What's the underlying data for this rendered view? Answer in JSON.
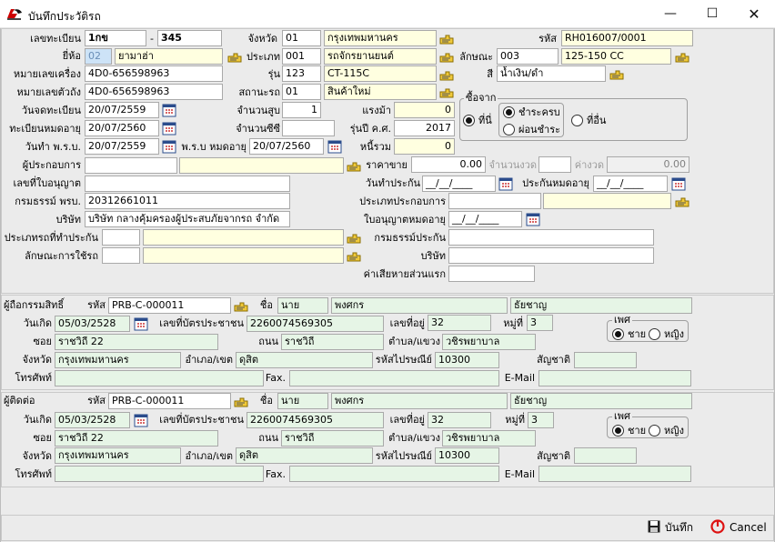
{
  "window": {
    "title": "บันทึกประวัติรถ",
    "controls": {
      "minimize": "—",
      "maximize": "☐",
      "close": "✕"
    }
  },
  "vehicle": {
    "plate_label": "เลขทะเบียน",
    "plate_prefix": "1กข",
    "plate_dash": "-",
    "plate_number": "345",
    "province_label": "จังหวัด",
    "province_code": "01",
    "province_name": "กรุงเทพมหานคร",
    "code_label": "รหัส",
    "code_value": "RH016007/0001",
    "brand_label": "ยี่ห้อ",
    "brand_code": "02",
    "brand_name": "ยามาฮ่า",
    "type_label": "ประเภท",
    "type_code": "001",
    "type_name": "รถจักรยานยนต์",
    "character_label": "ลักษณะ",
    "character_code": "003",
    "character_name": "125-150 CC",
    "engine_label": "หมายเลขเครื่อง",
    "engine_value": "4D0-656598963",
    "model_label": "รุ่น",
    "model_code": "123",
    "model_name": "CT-115C",
    "color_label": "สี",
    "color_name": "น้ำเงิน/ดำ",
    "chassis_label": "หมายเลขตัวถัง",
    "chassis_value": "4D0-656598963",
    "status_label": "สถานะรถ",
    "status_code": "01",
    "status_name": "สินค้าใหม่",
    "regdate_label": "วันจดทะเบียน",
    "regdate_value": "20/07/2559",
    "cylinders_label": "จำนวนสูบ",
    "cylinders_value": "1",
    "horsepower_label": "แรงม้า",
    "horsepower_value": "0",
    "regexpire_label": "ทะเบียนหมดอายุ",
    "regexpire_value": "20/07/2560",
    "cc_label": "จำนวนซีซี",
    "cc_value": "",
    "modelyear_label": "รุ่นปี ค.ศ.",
    "modelyear_value": "2017",
    "actdate_label": "วันทำ พ.ร.บ.",
    "actdate_value": "20/07/2559",
    "actexpire_label": "พ.ร.บ หมดอายุ",
    "actexpire_value": "20/07/2560",
    "debt_label": "หนี้รวม",
    "debt_value": "0",
    "purchase_group_label": "ซื้อจาก",
    "purchase_here": "ที่นี่",
    "purchase_elsewhere": "ที่อื่น",
    "pay_full": "ชำระครบ",
    "pay_installment": "ผ่อนชำระ",
    "operator_label": "ผู้ประกอบการ",
    "price_label": "ราคาขาย",
    "price_value": "0.00",
    "installments_label": "จำนวนงวด",
    "per_installment_label": "ค่างวด",
    "per_installment_value": "0.00",
    "license_label": "เลขที่ใบอนุญาต",
    "ins_date_label": "วันทำประกัน",
    "ins_date_value": "__/__/____",
    "ins_expire_label": "ประกันหมดอายุ",
    "ins_expire_value": "__/__/____",
    "policy_label": "กรมธรรม์ พรบ.",
    "policy_value": "20312661011",
    "operator_type_label": "ประเภทประกอบการ",
    "company_label": "บริษัท",
    "company_value": "บริษัท กลางคุ้มครองผู้ประสบภัยจากรถ จำกัด",
    "license_expire_label": "ใบอนุญาตหมดอายุ",
    "license_expire_value": "__/__/____",
    "ins_type_label": "ประเภทรถที่ทำประกัน",
    "ins_policy_label": "กรมธรรม์ประกัน",
    "usage_label": "ลักษณะการใช้รถ",
    "ins_company_label": "บริษัท",
    "deductible_label": "ค่าเสียหายส่วนแรก"
  },
  "owner": {
    "section_label": "ผู้ถือกรรมสิทธิ์",
    "code_label": "รหัส",
    "code_value": "PRB-C-000011",
    "name_label": "ชื่อ",
    "prefix": "นาย",
    "first_name": "พงศกร",
    "last_name": "ธัยชาญ",
    "birth_label": "วันเกิด",
    "birth_value": "05/03/2528",
    "idcard_label": "เลขที่บัตรประชาชน",
    "idcard_value": "2260074569305",
    "house_label": "เลขที่อยู่",
    "house_value": "32",
    "moo_label": "หมู่ที่",
    "moo_value": "3",
    "gender_label": "เพศ",
    "male": "ชาย",
    "female": "หญิง",
    "soi_label": "ซอย",
    "soi_value": "ราชวิถี 22",
    "road_label": "ถนน",
    "road_value": "ราชวิถี",
    "subdistrict_label": "ตำบล/แขวง",
    "subdistrict_value": "วชิรพยาบาล",
    "province_label": "จังหวัด",
    "province_value": "กรุงเทพมหานคร",
    "district_label": "อำเภอ/เขต",
    "district_value": "ดุสิต",
    "postal_label": "รหัสไปรษณีย์",
    "postal_value": "10300",
    "nationality_label": "สัญชาติ",
    "phone_label": "โทรศัพท์",
    "fax_label": "Fax.",
    "email_label": "E-Mail"
  },
  "contact": {
    "section_label": "ผู้ติดต่อ",
    "code_label": "รหัส",
    "code_value": "PRB-C-000011",
    "name_label": "ชื่อ",
    "prefix": "นาย",
    "first_name": "พงศกร",
    "last_name": "ธัยชาญ",
    "birth_label": "วันเกิด",
    "birth_value": "05/03/2528",
    "idcard_label": "เลขที่บัตรประชาชน",
    "idcard_value": "2260074569305",
    "house_label": "เลขที่อยู่",
    "house_value": "32",
    "moo_label": "หมู่ที่",
    "moo_value": "3",
    "gender_label": "เพศ",
    "male": "ชาย",
    "female": "หญิง",
    "soi_label": "ซอย",
    "soi_value": "ราชวิถี 22",
    "road_label": "ถนน",
    "road_value": "ราชวิถี",
    "subdistrict_label": "ตำบล/แขวง",
    "subdistrict_value": "วชิรพยาบาล",
    "province_label": "จังหวัด",
    "province_value": "กรุงเทพมหานคร",
    "district_label": "อำเภอ/เขต",
    "district_value": "ดุสิต",
    "postal_label": "รหัสไปรษณีย์",
    "postal_value": "10300",
    "nationality_label": "สัญชาติ",
    "phone_label": "โทรศัพท์",
    "fax_label": "Fax.",
    "email_label": "E-Mail"
  },
  "actions": {
    "save_label": "บันทึก",
    "cancel_label": "Cancel"
  },
  "colors": {
    "required": "#ffffe0",
    "readonly": "#e6f5e6",
    "panel": "#ebebeb",
    "selected": "#cde3f7"
  }
}
